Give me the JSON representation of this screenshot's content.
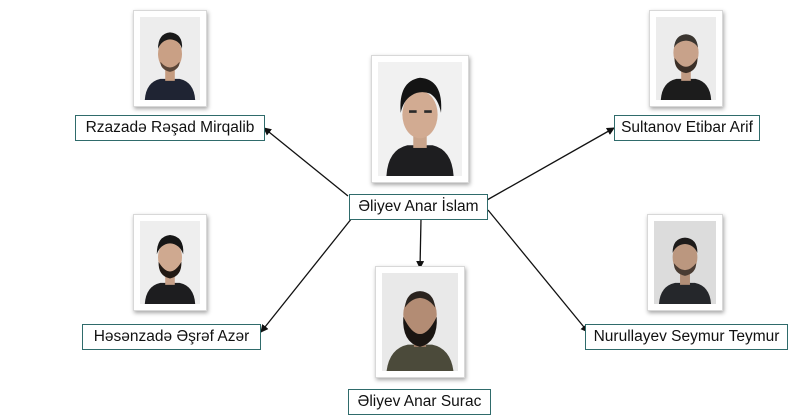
{
  "people": [
    {
      "id": "center",
      "name": "Əliyev Anar İslam",
      "photo": "portrait-young-man-dark-hair"
    },
    {
      "id": "top-left",
      "name": "Rzazadə Rəşad Mirqalib",
      "photo": "portrait-man-short-hair"
    },
    {
      "id": "top-right",
      "name": "Sultanov Etibar Arif",
      "photo": "portrait-man-beard-bald"
    },
    {
      "id": "mid-left",
      "name": "Həsənzadə Əşrəf Azər",
      "photo": "portrait-man-beard"
    },
    {
      "id": "bottom-center",
      "name": "Əliyev Anar Surac",
      "photo": "portrait-man-full-beard"
    },
    {
      "id": "mid-right",
      "name": "Nurullayev Seymur Teymur",
      "photo": "portrait-man-stubble"
    }
  ],
  "links": [
    {
      "from": "center",
      "to": "top-left"
    },
    {
      "from": "center",
      "to": "top-right"
    },
    {
      "from": "center",
      "to": "mid-left"
    },
    {
      "from": "center",
      "to": "bottom-center"
    },
    {
      "from": "center",
      "to": "mid-right"
    }
  ],
  "colors": {
    "box_border": "#2f6b6b",
    "arrow": "#111111",
    "photo_bg": "#f0f0f0"
  }
}
